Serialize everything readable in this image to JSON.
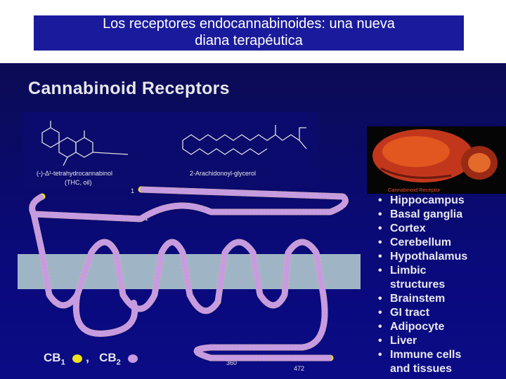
{
  "title": {
    "line1": "Los receptores endocannabinoides: una nueva",
    "line2": "diana terapéutica"
  },
  "slide": {
    "heading": "Cannabinoid Receptors",
    "molecules": {
      "thc_name": "(-)-Δ¹-tetrahydrocannabinol",
      "thc_note": "(THC, oil)",
      "ag_name": "2-Arachidonoyl-glycerol"
    },
    "brain_caption": "Cannabinoid Receptor",
    "regions": [
      {
        "text": "Hippocampus",
        "bullet": true
      },
      {
        "text": "Basal ganglia",
        "bullet": true
      },
      {
        "text": "Cortex",
        "bullet": true
      },
      {
        "text": "Cerebellum",
        "bullet": true
      },
      {
        "text": "Hypothalamus",
        "bullet": true
      },
      {
        "text": "Limbic",
        "bullet": true
      },
      {
        "text": "structures",
        "bullet": false
      },
      {
        "text": "Brainstem",
        "bullet": true
      },
      {
        "text": "GI tract",
        "bullet": true
      },
      {
        "text": "Adipocyte",
        "bullet": true
      },
      {
        "text": "Liver",
        "bullet": true
      },
      {
        "text": "Immune cells",
        "bullet": true
      },
      {
        "text": "and tissues",
        "bullet": false
      }
    ],
    "residue_labels": {
      "n1": "1",
      "n2": "1",
      "c360": "360",
      "c472": "472"
    },
    "legend": {
      "cb1": "CB",
      "cb1_sub": "1",
      "comma": ",",
      "cb2": "CB",
      "cb2_sub": "2"
    },
    "colors": {
      "cb1": "#f0e21c",
      "cb2": "#c79be0",
      "membrane": "#9fb5c6"
    }
  }
}
